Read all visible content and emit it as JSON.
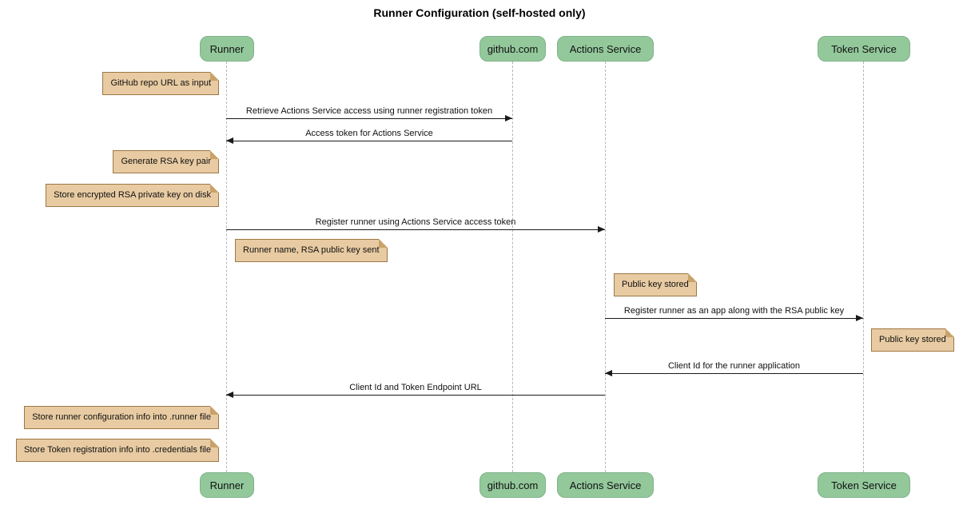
{
  "title": "Runner Configuration (self-hosted only)",
  "participants": [
    {
      "label": "Runner"
    },
    {
      "label": "github.com"
    },
    {
      "label": "Actions Service"
    },
    {
      "label": "Token Service"
    }
  ],
  "messages": [
    {
      "from": "Runner",
      "to": "github.com",
      "text": "Retrieve Actions Service access using runner registration token"
    },
    {
      "from": "github.com",
      "to": "Runner",
      "text": "Access token for Actions Service"
    },
    {
      "from": "Runner",
      "to": "Actions Service",
      "text": "Register runner using Actions Service access token"
    },
    {
      "from": "Actions Service",
      "to": "Token Service",
      "text": "Register runner as an app along with the RSA public key"
    },
    {
      "from": "Token Service",
      "to": "Actions Service",
      "text": "Client Id for the runner application"
    },
    {
      "from": "Actions Service",
      "to": "Runner",
      "text": "Client Id and Token Endpoint URL"
    }
  ],
  "notes": [
    {
      "text": "GitHub repo URL as input",
      "anchor": "left of Runner"
    },
    {
      "text": "Generate RSA key pair",
      "anchor": "left of Runner"
    },
    {
      "text": "Store encrypted RSA private key on disk",
      "anchor": "left of Runner"
    },
    {
      "text": "Runner name, RSA public key sent",
      "anchor": "right of Runner"
    },
    {
      "text": "Public key stored",
      "anchor": "right of Actions Service"
    },
    {
      "text": "Public key stored",
      "anchor": "right of Token Service"
    },
    {
      "text": "Store runner configuration info into .runner file",
      "anchor": "left of Runner"
    },
    {
      "text": "Store Token registration info into .credentials file",
      "anchor": "left of Runner"
    }
  ],
  "colors": {
    "participant_fill": "#93c89b",
    "participant_border": "#7fb389",
    "note_fill": "#e8cba2",
    "note_border": "#9c7845",
    "note_fold": "#c9a26b",
    "lifeline": "#b5b5b5",
    "arrow": "#1a1a1a"
  }
}
